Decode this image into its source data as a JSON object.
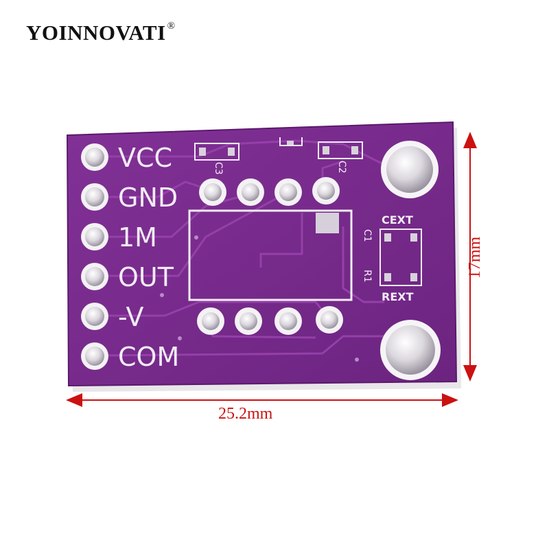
{
  "brand": {
    "name": "YOINNOVATI",
    "mark": "®"
  },
  "dimensions": {
    "width_label": "25.2mm",
    "height_label": "17mm"
  },
  "pins": [
    "VCC",
    "GND",
    "1M",
    "OUT",
    "-V",
    "COM"
  ],
  "silkscreen": {
    "cext": "CEXT",
    "rext": "REXT",
    "c1": "C1",
    "r1": "R1",
    "c2": "C2",
    "c3": "C3"
  },
  "colors": {
    "board": "#7b2a8e",
    "board_dark": "#5e1a70",
    "trace": "#8e3aa0",
    "pad": "#e4e0e6",
    "silk": "#f2ecf6",
    "dimension": "#cc1111"
  }
}
